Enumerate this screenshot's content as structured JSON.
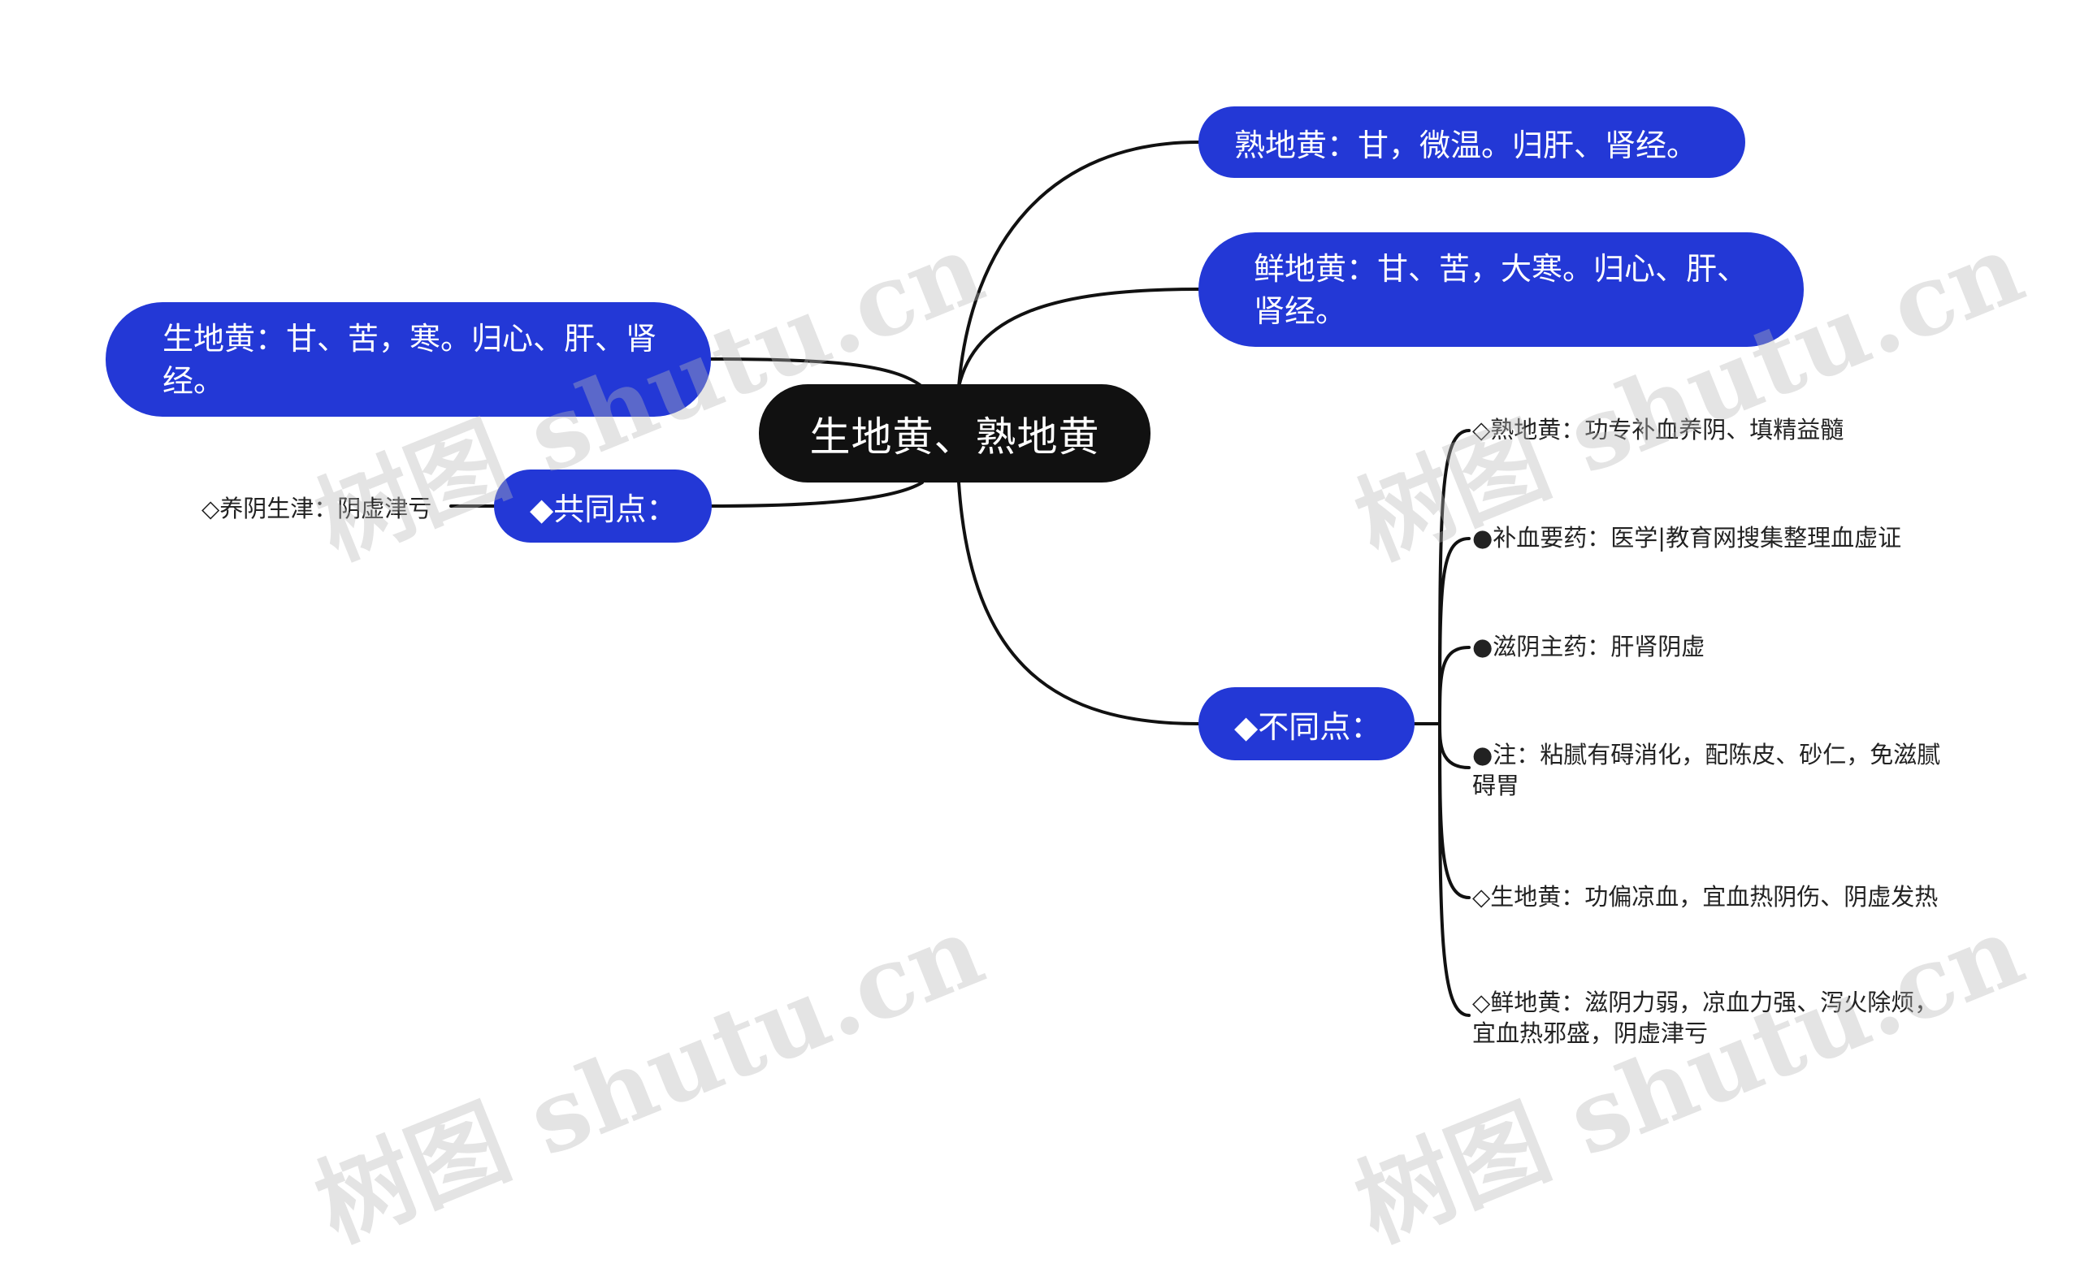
{
  "mindmap": {
    "root": "生地黄、熟地黄",
    "branches": {
      "shu": "熟地黄：甘，微温。归肝、肾经。",
      "xian": "鲜地黄：甘、苦，大寒。归心、肝、肾经。",
      "sheng": "生地黄：甘、苦，寒。归心、肝、肾经。",
      "common": "◆共同点：",
      "diff": "◆不同点："
    },
    "common_items": [
      "◇养阴生津：阴虚津亏"
    ],
    "diff_items": [
      "◇熟地黄：功专补血养阴、填精益髓",
      "●补血要药：医学|教育网搜集整理血虚证",
      "●滋阴主药：肝肾阴虚",
      "●注：粘腻有碍消化，配陈皮、砂仁，免滋腻碍胃",
      "◇生地黄：功偏凉血，宜血热阴伤、阴虚发热",
      "◇鲜地黄：滋阴力弱，凉血力强、泻火除烦，宜血热邪盛，阴虚津亏"
    ]
  },
  "watermark": "树图 shutu.cn",
  "colors": {
    "branch_fill": "#2338d6",
    "root_fill": "#111111",
    "line": "#111111"
  }
}
